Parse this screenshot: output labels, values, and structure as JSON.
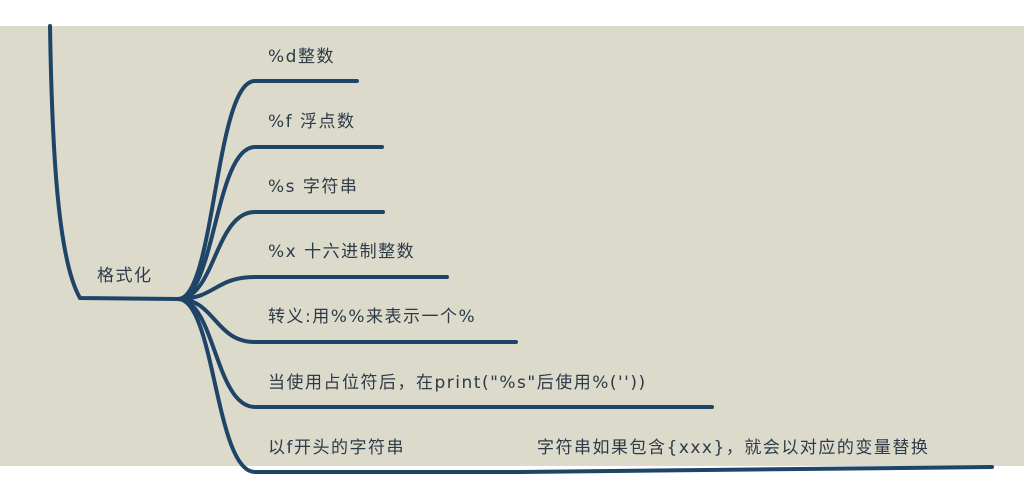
{
  "mindmap": {
    "central": {
      "label": "格式化"
    },
    "branches": [
      {
        "label": "%d整数"
      },
      {
        "label": "%f 浮点数"
      },
      {
        "label": "%s 字符串"
      },
      {
        "label": "%x 十六进制整数"
      },
      {
        "label": "转义:用%%来表示一个%"
      },
      {
        "label": "当使用占位符后，在print(\"%s\"后使用%(''))"
      },
      {
        "label": "以f开头的字符串",
        "child": {
          "label": "字符串如果包含{xxx}，就会以对应的变量替换"
        }
      }
    ]
  },
  "colors": {
    "background": "#dcdacb",
    "line": "#1e4468",
    "text": "#2d3b48"
  }
}
